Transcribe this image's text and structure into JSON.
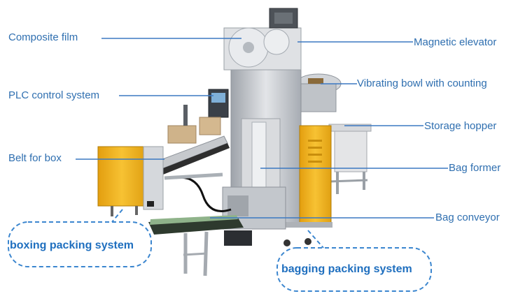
{
  "labels": {
    "composite_film": "Composite film",
    "plc_control_system": "PLC control system",
    "belt_for_box": "Belt for box",
    "magnetic_elevator": "Magnetic elevator",
    "vibrating_bowl": "Vibrating bowl with counting",
    "storage_hopper": "Storage hopper",
    "bag_former": "Bag former",
    "bag_conveyor": "Bag conveyor",
    "boxing_packing_system": "boxing packing system",
    "bagging_packing_system": "bagging packing system"
  },
  "colors": {
    "label_text": "#2f6fb0",
    "leader_line": "#3b78c2",
    "dashed_outline": "#3b86cf",
    "machine_steel": "#c9ccd1",
    "machine_yellow": "#f3b21c",
    "conveyor_belt": "#2e2e2e"
  }
}
